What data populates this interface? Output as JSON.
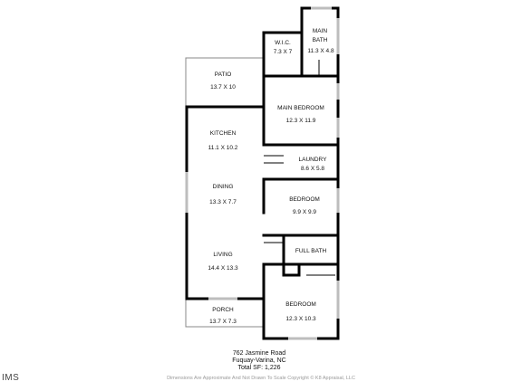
{
  "rooms": [
    {
      "id": "wic",
      "name": "W.I.C.",
      "dims": "7.3 X 7"
    },
    {
      "id": "main-bath",
      "name": "MAIN BATH",
      "name_line1": "MAIN",
      "name_line2": "BATH",
      "dims": "11.3 X 4.8"
    },
    {
      "id": "patio",
      "name": "PATIO",
      "dims": "13.7 X 10"
    },
    {
      "id": "main-bedroom",
      "name": "MAIN BEDROOM",
      "dims": "12.3 X 11.9"
    },
    {
      "id": "kitchen",
      "name": "KITCHEN",
      "dims": "11.1 X 10.2"
    },
    {
      "id": "laundry",
      "name": "LAUNDRY",
      "dims": "8.6 X 5.8"
    },
    {
      "id": "dining",
      "name": "DINING",
      "dims": "13.3 X 7.7"
    },
    {
      "id": "bedroom-2",
      "name": "BEDROOM",
      "dims": "9.9 X 9.9"
    },
    {
      "id": "full-bath",
      "name": "FULL BATH",
      "dims": ""
    },
    {
      "id": "living",
      "name": "LIVING",
      "dims": "14.4 X 13.3"
    },
    {
      "id": "bedroom-3",
      "name": "BEDROOM",
      "dims": "12.3 X 10.3"
    },
    {
      "id": "porch",
      "name": "PORCH",
      "dims": "13.7 X 7.3"
    }
  ],
  "address": {
    "street": "762 Jasmine Road",
    "city": "Fuquay-Varina, NC",
    "total_sf": "Total SF: 1,226"
  },
  "disclaimer": "Dimensions Are Approximate And Not Drawn To Scale Copyright © K8 Appraisal, LLC",
  "logo_text": "IMS",
  "colors": {
    "wall": "#000000",
    "window": "#bdbdbd",
    "outline": "#888888",
    "disclaimer": "#9a9a9a"
  }
}
